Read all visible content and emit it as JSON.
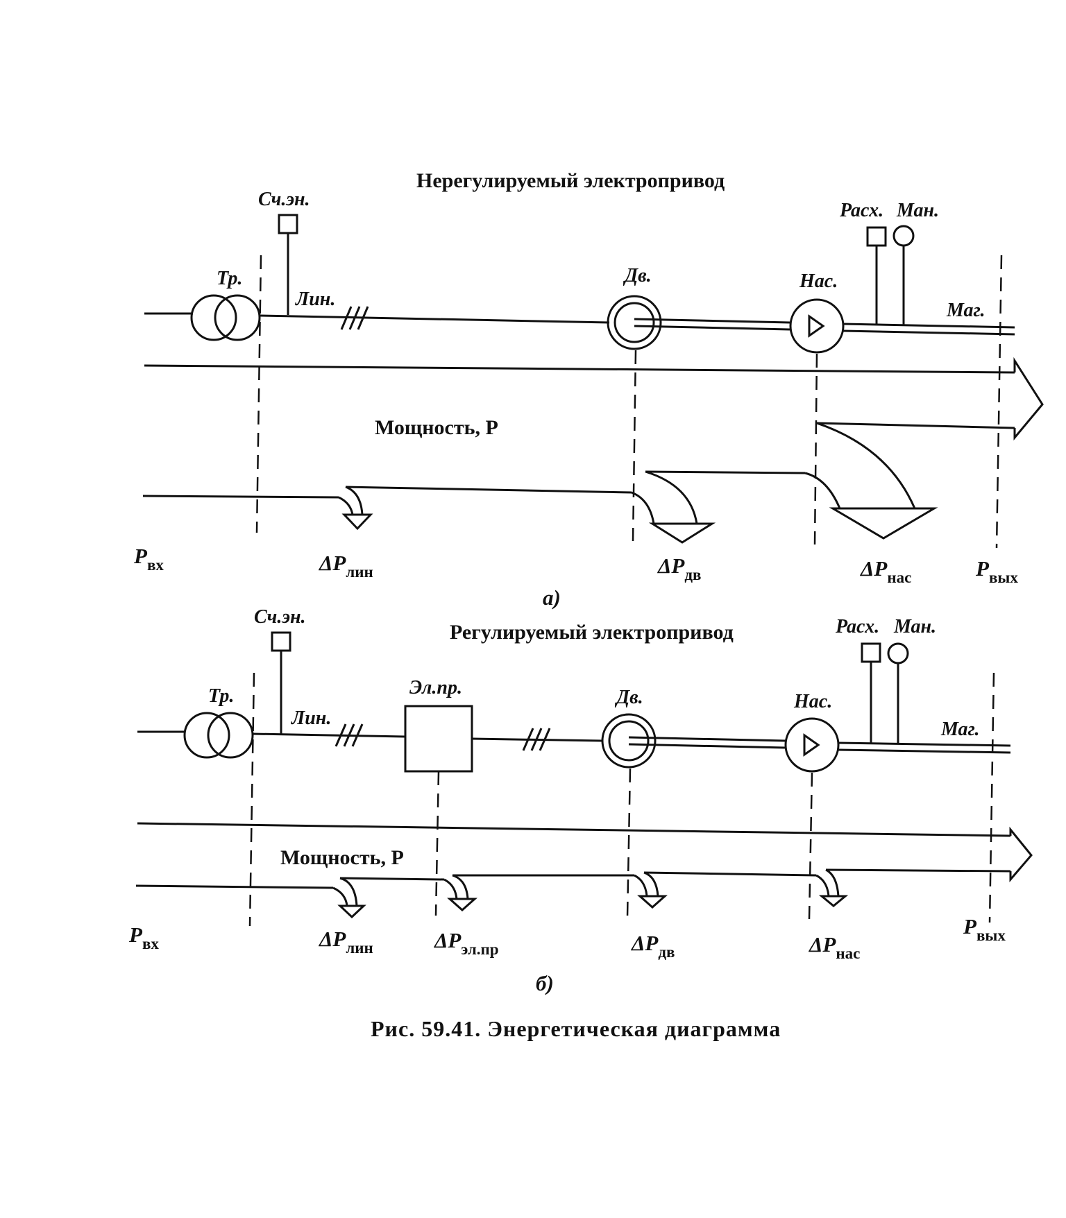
{
  "caption": "Рис. 59.41. Энергетическая диаграмма",
  "diagram_a": {
    "part_label": "а)",
    "title": "Нерегулируемый электропривод",
    "labels": {
      "meter": "Сч.эн.",
      "transformer": "Тр.",
      "line": "Лин.",
      "motor": "Дв.",
      "pump": "Нас.",
      "flowmeter": "Расх.",
      "manometer": "Ман.",
      "main_pipe": "Маг."
    },
    "power_label": "Мощность, P",
    "p_in": {
      "main": "P",
      "sub": "вх"
    },
    "losses": [
      {
        "main": "ΔP",
        "sub": "лин"
      },
      {
        "main": "ΔP",
        "sub": "дв"
      },
      {
        "main": "ΔP",
        "sub": "нас"
      }
    ],
    "p_out": {
      "main": "P",
      "sub": "вых"
    }
  },
  "diagram_b": {
    "part_label": "б)",
    "title": "Регулируемый электропривод",
    "labels": {
      "meter": "Сч.эн.",
      "transformer": "Тр.",
      "line": "Лин.",
      "drive": "Эл.пр.",
      "motor": "Дв.",
      "pump": "Нас.",
      "flowmeter": "Расх.",
      "manometer": "Ман.",
      "main_pipe": "Маг."
    },
    "power_label": "Мощность, P",
    "p_in": {
      "main": "P",
      "sub": "вх"
    },
    "losses": [
      {
        "main": "ΔP",
        "sub": "лин"
      },
      {
        "main": "ΔP",
        "sub": "эл.пр"
      },
      {
        "main": "ΔP",
        "sub": "дв"
      },
      {
        "main": "ΔP",
        "sub": "нас"
      }
    ],
    "p_out": {
      "main": "P",
      "sub": "вых"
    }
  }
}
